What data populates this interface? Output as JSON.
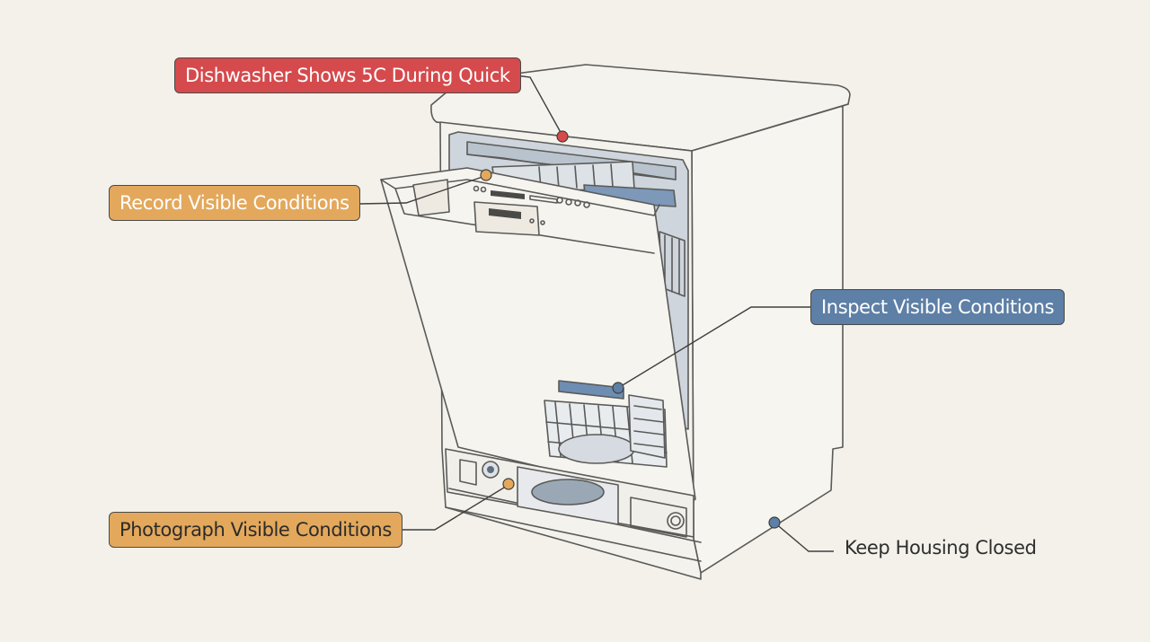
{
  "callouts": {
    "fault": "Dishwasher Shows 5C During Quick",
    "record": "Record Visible Conditions",
    "inspect": "Inspect Visible Conditions",
    "photograph": "Photograph Visible Conditions",
    "housing": "Keep Housing Closed"
  },
  "colors": {
    "background": "#f3f1ea",
    "red": "#d54a4c",
    "amber": "#e3a85c",
    "blue": "#5e7fa6",
    "outline": "#4a4a48"
  }
}
